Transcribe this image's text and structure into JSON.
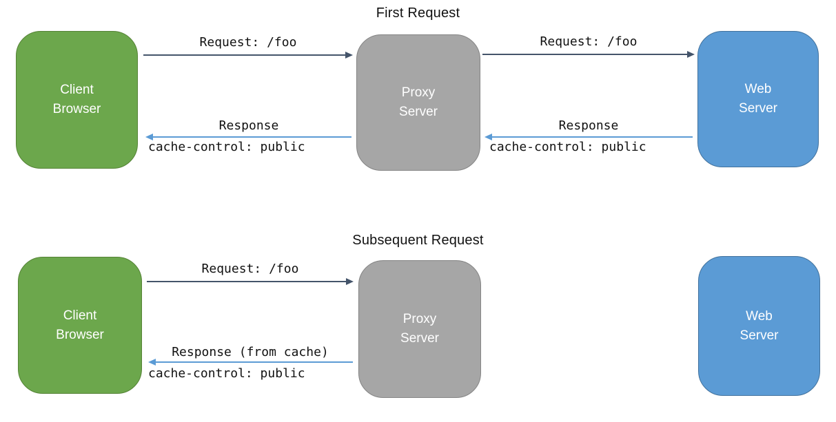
{
  "colors": {
    "client_fill": "#6CA74C",
    "client_border": "#548235",
    "proxy_fill": "#A6A6A6",
    "proxy_border": "#848484",
    "web_fill": "#5B9BD5",
    "web_border": "#41719C",
    "request_arrow": "#44546A",
    "response_arrow": "#5B9BD5"
  },
  "section_first": {
    "title": "First Request",
    "client": {
      "line1": "Client",
      "line2": "Browser"
    },
    "proxy": {
      "line1": "Proxy",
      "line2": "Server"
    },
    "web": {
      "line1": "Web",
      "line2": "Server"
    },
    "request_client_to_proxy": "Request: /foo",
    "request_proxy_to_web": "Request: /foo",
    "response_proxy_to_client": {
      "line1": "Response",
      "line2": "cache-control: public"
    },
    "response_web_to_proxy": {
      "line1": "Response",
      "line2": "cache-control: public"
    }
  },
  "section_subsequent": {
    "title": "Subsequent Request",
    "client": {
      "line1": "Client",
      "line2": "Browser"
    },
    "proxy": {
      "line1": "Proxy",
      "line2": "Server"
    },
    "web": {
      "line1": "Web",
      "line2": "Server"
    },
    "request_client_to_proxy": "Request: /foo",
    "response_proxy_to_client": {
      "line1": "Response (from cache)",
      "line2": "cache-control: public"
    }
  }
}
